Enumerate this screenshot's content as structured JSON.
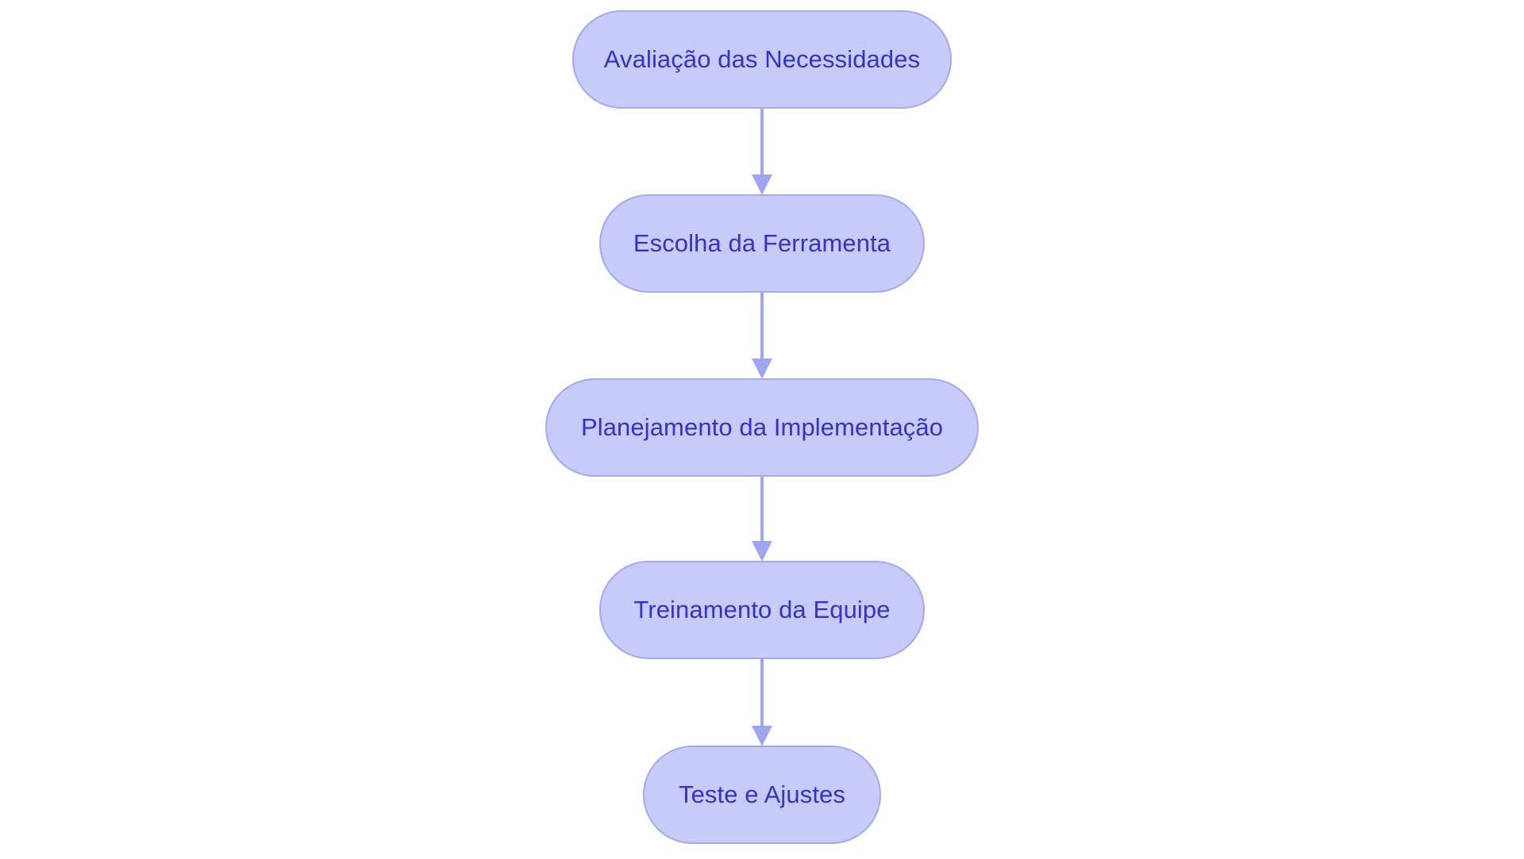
{
  "diagram": {
    "type": "flowchart",
    "orientation": "top-to-bottom",
    "title": "",
    "language": "pt-BR",
    "background_color": "#ffffff",
    "node_fill_color": "#c8cbfa",
    "node_border_color": "#a3a9f0",
    "node_text_color": "#3333cc",
    "edge_color": "#9fa6f0",
    "node_shape": "stadium",
    "nodes": [
      {
        "id": "n1",
        "label": "Avaliação das Necessidades"
      },
      {
        "id": "n2",
        "label": "Escolha da Ferramenta"
      },
      {
        "id": "n3",
        "label": "Planejamento da Implementação"
      },
      {
        "id": "n4",
        "label": "Treinamento da Equipe"
      },
      {
        "id": "n5",
        "label": "Teste e Ajustes"
      }
    ],
    "edges": [
      {
        "from": "n1",
        "to": "n2",
        "label": "",
        "arrow": "down-arrow"
      },
      {
        "from": "n2",
        "to": "n3",
        "label": "",
        "arrow": "down-arrow"
      },
      {
        "from": "n3",
        "to": "n4",
        "label": "",
        "arrow": "down-arrow"
      },
      {
        "from": "n4",
        "to": "n5",
        "label": "",
        "arrow": "down-arrow"
      }
    ]
  }
}
